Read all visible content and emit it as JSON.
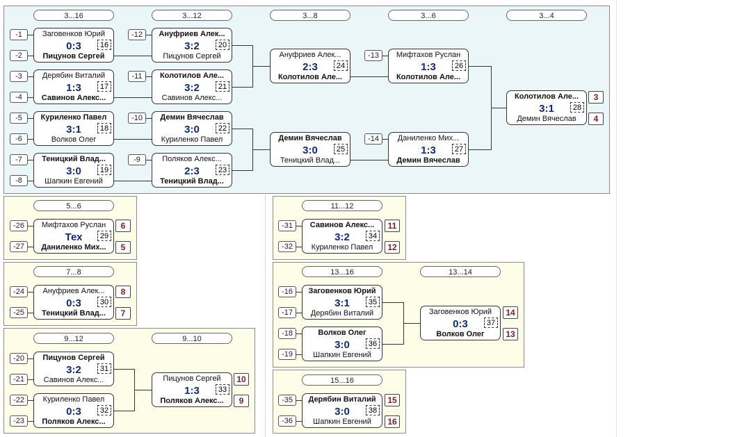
{
  "rounds": {
    "r16": "3...16",
    "r12": "3...12",
    "r8": "3...8",
    "r6": "3...6",
    "r4": "3...4",
    "p56": "5...6",
    "p78": "7...8",
    "p912": "9...12",
    "p910": "9...10",
    "p1112": "11...12",
    "p1316": "13...16",
    "p1314": "13...14",
    "p1516": "15...16"
  },
  "seeds": {
    "m16": [
      "-1",
      "-2"
    ],
    "m17": [
      "-3",
      "-4"
    ],
    "m18": [
      "-5",
      "-6"
    ],
    "m19": [
      "-7",
      "-8"
    ],
    "m20": "-12",
    "m21": "-11",
    "m22": "-10",
    "m23": "-9",
    "m26": "-13",
    "m27": "-14",
    "m29": [
      "-26",
      "-27"
    ],
    "m30": [
      "-24",
      "-25"
    ],
    "m31": [
      "-20",
      "-21"
    ],
    "m32": [
      "-22",
      "-23"
    ],
    "m34": [
      "-31",
      "-32"
    ],
    "m35": [
      "-16",
      "-17"
    ],
    "m36": [
      "-18",
      "-19"
    ],
    "m38": [
      "-35",
      "-36"
    ]
  },
  "places": {
    "m28": [
      "3",
      "4"
    ],
    "m29": [
      "6",
      "5"
    ],
    "m30": [
      "8",
      "7"
    ],
    "m33": [
      "10",
      "9"
    ],
    "m34": [
      "11",
      "12"
    ],
    "m37": [
      "14",
      "13"
    ],
    "m38": [
      "15",
      "16"
    ]
  },
  "matches": {
    "m16": {
      "p1": "Заговенков Юрий",
      "p2": "Пицунов Сергей",
      "score": "0:3",
      "num": "16"
    },
    "m17": {
      "p1": "Дерябин Виталий",
      "p2": "Савинов Алекс...",
      "score": "1:3",
      "num": "17"
    },
    "m18": {
      "p1": "Куриленко Павел",
      "p2": "Волков Олег",
      "score": "3:1",
      "num": "18"
    },
    "m19": {
      "p1": "Теницкий Влад...",
      "p2": "Шапкин Евгений",
      "score": "3:0",
      "num": "19"
    },
    "m20": {
      "p1": "Ануфриев Алек...",
      "p2": "Пицунов Сергей",
      "score": "3:2",
      "num": "20"
    },
    "m21": {
      "p1": "Колотилов Але...",
      "p2": "Савинов Алекс...",
      "score": "3:2",
      "num": "21"
    },
    "m22": {
      "p1": "Демин Вячеслав",
      "p2": "Куриленко Павел",
      "score": "3:0",
      "num": "22"
    },
    "m23": {
      "p1": "Поляков Алекс...",
      "p2": "Теницкий Влад...",
      "score": "2:3",
      "num": "23"
    },
    "m24": {
      "p1": "Ануфриев Алек...",
      "p2": "Колотилов Але...",
      "score": "2:3",
      "num": "24"
    },
    "m25": {
      "p1": "Демин Вячеслав",
      "p2": "Теницкий Влад...",
      "score": "3:0",
      "num": "25"
    },
    "m26": {
      "p1": "Мифтахов Руслан",
      "p2": "Колотилов Але...",
      "score": "1:3",
      "num": "26"
    },
    "m27": {
      "p1": "Даниленко Мих...",
      "p2": "Демин Вячеслав",
      "score": "1:3",
      "num": "27"
    },
    "m28": {
      "p1": "Колотилов Але...",
      "p2": "Демин Вячеслав",
      "score": "3:1",
      "num": "28"
    },
    "m29": {
      "p1": "Мифтахов Руслан",
      "p2": "Даниленко Мих...",
      "score": "Тех",
      "num": "29"
    },
    "m30": {
      "p1": "Ануфриев Алек...",
      "p2": "Теницкий Влад...",
      "score": "0:3",
      "num": "30"
    },
    "m31": {
      "p1": "Пицунов Сергей",
      "p2": "Савинов Алекс...",
      "score": "3:2",
      "num": "31"
    },
    "m32": {
      "p1": "Куриленко Павел",
      "p2": "Поляков Алекс...",
      "score": "0:3",
      "num": "32"
    },
    "m33": {
      "p1": "Пицунов Сергей",
      "p2": "Поляков Алекс...",
      "score": "1:3",
      "num": "33"
    },
    "m34": {
      "p1": "Савинов Алекс...",
      "p2": "Куриленко Павел",
      "score": "3:2",
      "num": "34"
    },
    "m35": {
      "p1": "Заговенков Юрий",
      "p2": "Дерябин Виталий",
      "score": "3:1",
      "num": "35"
    },
    "m36": {
      "p1": "Волков Олег",
      "p2": "Шапкин Евгений",
      "score": "3:0",
      "num": "36"
    },
    "m37": {
      "p1": "Заговенков Юрий",
      "p2": "Волков Олег",
      "score": "0:3",
      "num": "37"
    },
    "m38": {
      "p1": "Дерябин Виталий",
      "p2": "Шапкин Евгений",
      "score": "3:0",
      "num": "38"
    }
  }
}
